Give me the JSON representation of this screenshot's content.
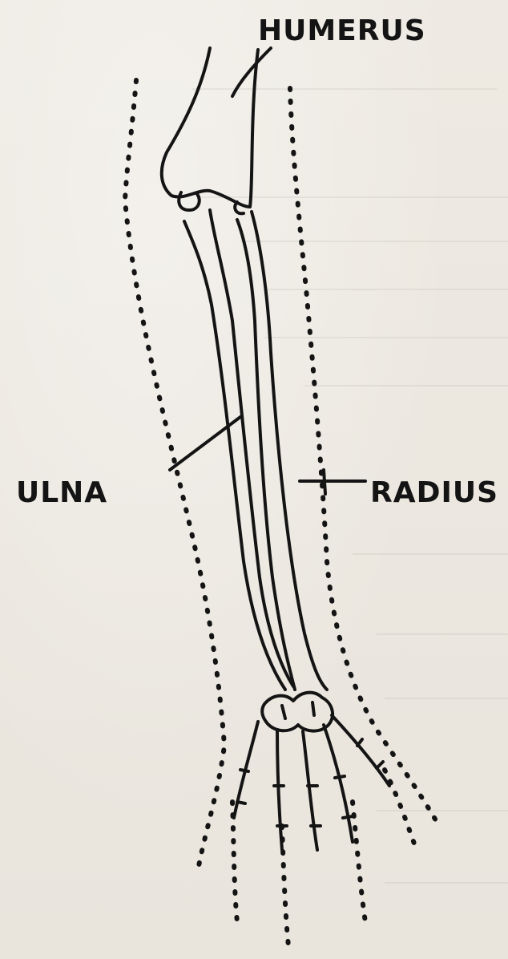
{
  "labels": {
    "humerus": "HUMERUS",
    "ulna": "ULNA",
    "radius": "RADIUS"
  },
  "colors": {
    "ink": "#141414",
    "paper": "#ece8e1"
  }
}
